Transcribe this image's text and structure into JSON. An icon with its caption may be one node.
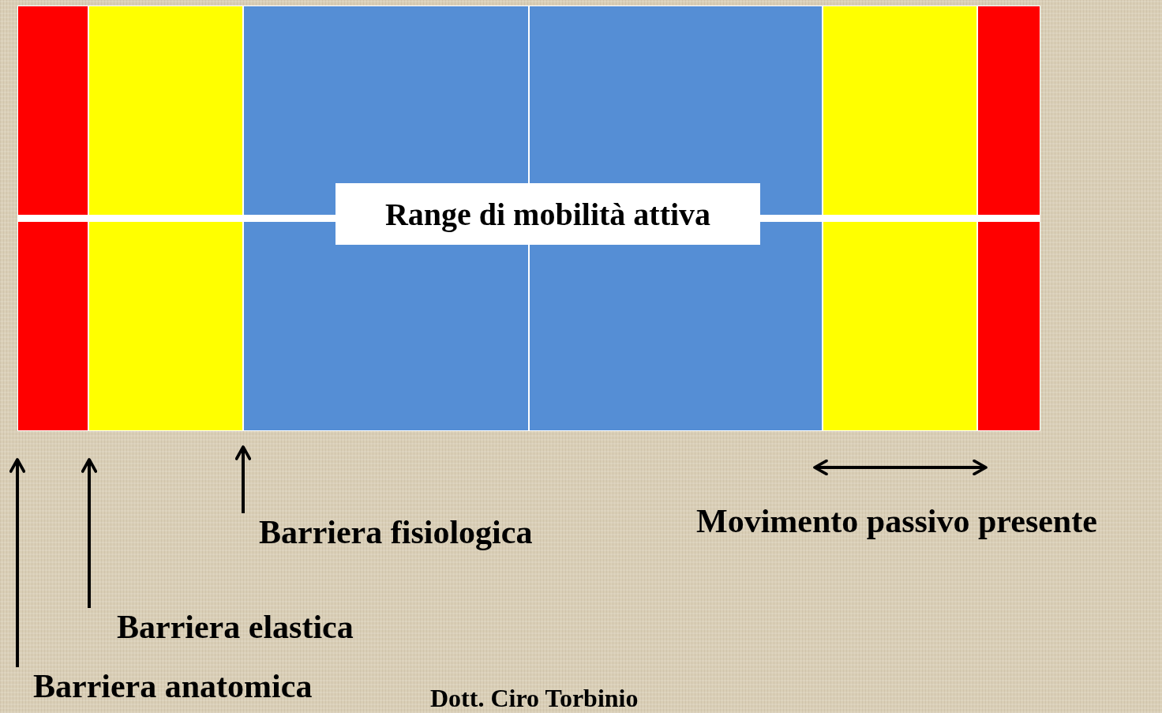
{
  "diagram": {
    "nodes": [
      {
        "text": [
          "Range di mobilità attiva"
        ]
      },
      {
        "text": [
          "Barriera fisiologica"
        ]
      },
      {
        "text": [
          "Barriera elastica"
        ]
      },
      {
        "text": [
          "Barriera anatomica"
        ]
      }
    ],
    "edges": [
      {
        "from": 1,
        "to": null,
        "arrow": "to"
      },
      {
        "from": 2,
        "to": null,
        "arrow": "to"
      },
      {
        "from": 3,
        "to": null,
        "arrow": "to"
      }
    ],
    "labels": [
      "Movimento passivo presente",
      "Dott. Ciro Torbinio"
    ]
  }
}
